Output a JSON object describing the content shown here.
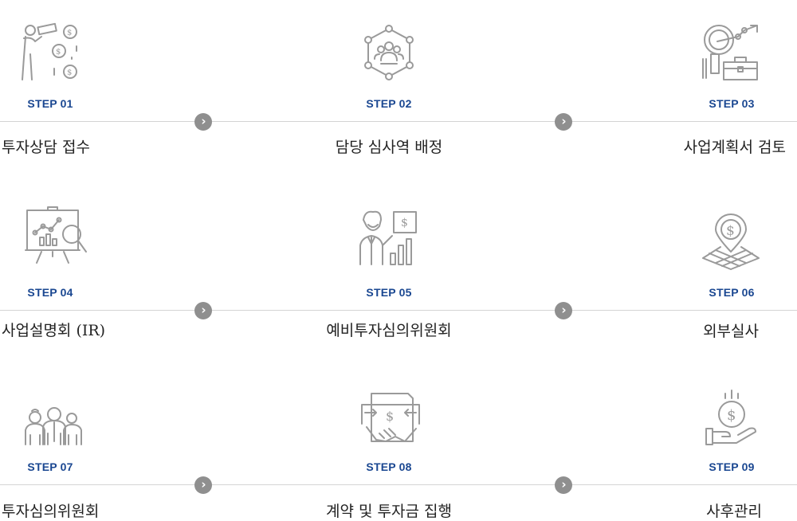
{
  "steps": [
    {
      "label": "STEP 01",
      "title": "투자상담 접수",
      "icon": "telescope-investor-icon"
    },
    {
      "label": "STEP 02",
      "title": "담당 심사역 배정",
      "icon": "team-network-icon"
    },
    {
      "label": "STEP 03",
      "title": "사업계획서 검토",
      "icon": "magnifier-briefcase-icon"
    },
    {
      "label": "STEP 04",
      "title": "사업설명회 (IR)",
      "icon": "presentation-board-icon"
    },
    {
      "label": "STEP 05",
      "title": "예비투자심의위원회",
      "icon": "presenter-chart-icon"
    },
    {
      "label": "STEP 06",
      "title": "외부실사",
      "icon": "location-dollar-icon"
    },
    {
      "label": "STEP 07",
      "title": "투자심의위원회",
      "icon": "committee-people-icon"
    },
    {
      "label": "STEP 08",
      "title": "계약 및 투자금 집행",
      "icon": "handshake-contract-icon"
    },
    {
      "label": "STEP 09",
      "title": "사후관리",
      "icon": "hand-coin-icon"
    }
  ],
  "colors": {
    "step_label": "#1a4791",
    "arrow": "#8f8f8f",
    "line": "#d4d4d4",
    "icon": "#9a9a9a"
  },
  "arrow_glyph": "›"
}
